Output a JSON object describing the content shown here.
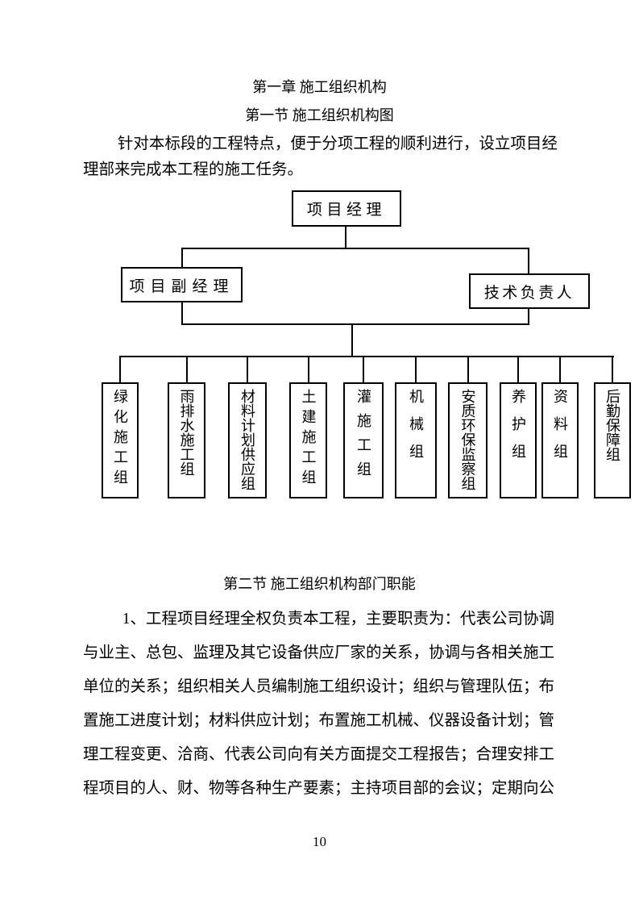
{
  "document": {
    "chapter_title": "第一章 施工组织机构",
    "section1_title": "第一节 施工组织机构图",
    "section2_title": "第二节 施工组织机构部门职能",
    "intro_lines": [
      "针对本标段的工程特点，便于分项工程的顺利进行，设立项目经",
      "理部来完成本工程的施工任务。"
    ],
    "duties_lines": [
      "1、工程项目经理全权负责本工程，主要职责为：代表公司协调",
      "与业主、总包、监理及其它设备供应厂家的关系，协调与各相关施工",
      "单位的关系；组织相关人员编制施工组织设计；组织与管理队伍；布",
      "置施工进度计划；材料供应计划；布置施工机械、仪器设备计划；管",
      "理工程变更、洽商、代表公司向有关方面提交工程报告；合理安排工",
      "程项目的人、财、物等各种生产要素；主持项目部的会议；定期向公"
    ],
    "page_number": "10"
  },
  "org_chart": {
    "project_manager": "项目经理",
    "deputy_manager": "项目副经理",
    "technical_director": "技术负责人",
    "groups": [
      {
        "label": "绿化施工组"
      },
      {
        "label": "雨排水施工组"
      },
      {
        "label": "材料计划供应组"
      },
      {
        "label": "土建施工组"
      },
      {
        "label": "灌施工组"
      },
      {
        "label": "机械组"
      },
      {
        "label": "安质环保监察组"
      },
      {
        "label": "养护组"
      },
      {
        "label": "资料组"
      },
      {
        "label": "后勤保障组"
      }
    ]
  },
  "colors": {
    "background": "#ffffff",
    "text": "#000000",
    "line": "#000000"
  }
}
